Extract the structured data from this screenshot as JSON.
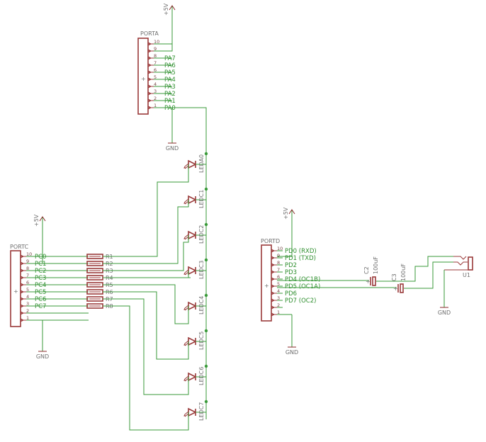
{
  "colors": {
    "wire": "#3a9a3a",
    "part": "#9a3a3a",
    "label": "#6f6f6f",
    "net": "#2f8f2f"
  },
  "power": {
    "vcc": "+5V",
    "gnd": "GND"
  },
  "porta": {
    "name": "PORTA",
    "pin_numbers": [
      "10",
      "9",
      "8",
      "7",
      "6",
      "5",
      "4",
      "3",
      "2",
      "1"
    ],
    "nets": [
      "PA7",
      "PA6",
      "PA5",
      "PA4",
      "PA3",
      "PA2",
      "PA1",
      "PA0"
    ]
  },
  "portc": {
    "name": "PORTC",
    "pin_numbers": [
      "10",
      "9",
      "8",
      "7",
      "6",
      "5",
      "4",
      "3",
      "2",
      "1"
    ],
    "nets": [
      "PC0",
      "PC1",
      "PC2",
      "PC3",
      "PC4",
      "PC5",
      "PC6",
      "PC7"
    ]
  },
  "portd": {
    "name": "PORTD",
    "pin_numbers": [
      "10",
      "9",
      "8",
      "7",
      "6",
      "5",
      "4",
      "3",
      "2",
      "1"
    ],
    "nets": [
      "PD0 (RXD)",
      "PD1 (TXD)",
      "PD2",
      "PD3",
      "PD4 (OC1B)",
      "PD5 (OC1A)",
      "PD6",
      "PD7 (OC2)"
    ]
  },
  "resistors": [
    "R1",
    "R2",
    "R3",
    "R4",
    "R5",
    "R6",
    "R7",
    "R8"
  ],
  "leds": [
    "LEDA0",
    "LEDC1",
    "LEDC2",
    "LEDC3",
    "LEDC4",
    "LEDC5",
    "LEDC6",
    "LEDC7"
  ],
  "caps": [
    {
      "name": "C2",
      "value": "100uF"
    },
    {
      "name": "C3",
      "value": "100uF"
    }
  ],
  "jack": "U1"
}
